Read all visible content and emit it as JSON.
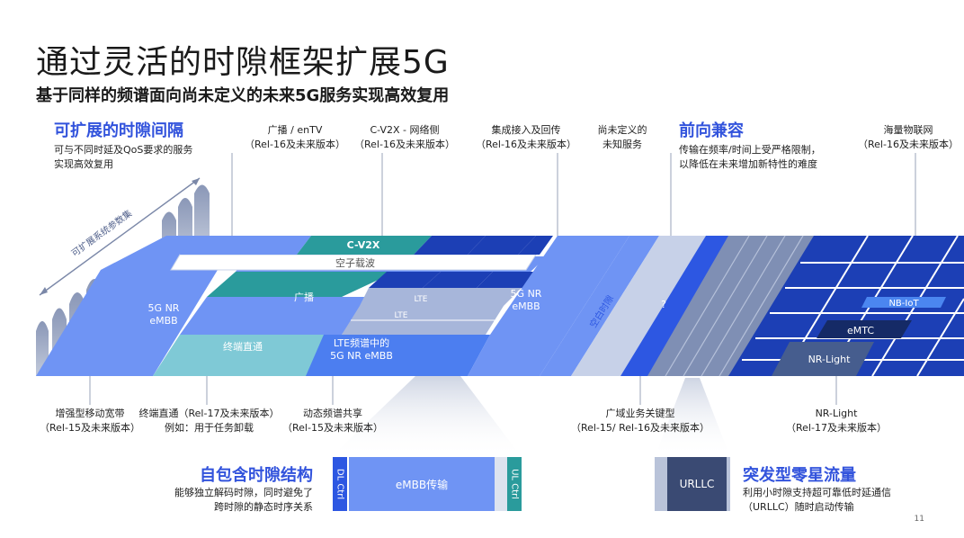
{
  "title": "通过灵活的时隙框架扩展5G",
  "subtitle": "基于同样的频谱面向尚未定义的未来5G服务实现高效复用",
  "top_left": {
    "heading": "可扩展的时隙间隔",
    "line1": "可与不同时延及QoS要求的服务",
    "line2": "实现高效复用"
  },
  "top_labels": [
    {
      "line1": "广播 / enTV",
      "line2": "（Rel-16及未来版本）"
    },
    {
      "line1": "C-V2X - 网络侧",
      "line2": "（Rel-16及未来版本）"
    },
    {
      "line1": "集成接入及回传",
      "line2": "（Rel-16及未来版本）"
    },
    {
      "line1": "尚未定义的",
      "line2": "未知服务"
    }
  ],
  "top_right": {
    "heading": "前向兼容",
    "line1": "传输在频率/时间上受严格限制，",
    "line2": "以降低在未来增加新特性的难度"
  },
  "iot": {
    "line1": "海量物联网",
    "line2": "（Rel-16及未来版本）"
  },
  "numerology_label": "可扩展系统参数集",
  "blocks": {
    "cv2x": "C-V2X",
    "empty_carrier": "空子载波",
    "broadcast": "广播",
    "lte1": "LTE",
    "lte2": "LTE",
    "nr_embb_left_1": "5G NR",
    "nr_embb_left_2": "eMBB",
    "d2d": "终端直通",
    "dss_1": "LTE频谱中的",
    "dss_2": "5G NR eMBB",
    "nr_embb_mid_1": "5G NR",
    "nr_embb_mid_2": "eMBB",
    "blank_slot": "空白时隙",
    "unknown": "?",
    "nbiot": "NB-IoT",
    "emtc": "eMTC",
    "nrlight": "NR-Light"
  },
  "bottom_labels": [
    {
      "line1": "增强型移动宽带",
      "line2": "（Rel-15及未来版本）"
    },
    {
      "line1": "终端直通（Rel-17及未来版本）",
      "line2": "例如：用于任务卸载"
    },
    {
      "line1": "动态频谱共享",
      "line2": "（Rel-15及未来版本）"
    },
    {
      "line1": "广域业务关键型",
      "line2": "（Rel-15/ Rel-16及未来版本）"
    },
    {
      "line1": "NR-Light",
      "line2": "（Rel-17及未来版本）"
    }
  ],
  "self_contained": {
    "heading": "自包含时隙结构",
    "line1": "能够独立解码时隙，同时避免了",
    "line2": "跨时隙的静态时序关系",
    "dl": "DL Ctrl",
    "data": "eMBB传输",
    "ul": "UL Ctrl"
  },
  "bursty": {
    "heading": "突发型零星流量",
    "line1": "利用小时隙支持超可靠低时延通信",
    "line2": "（URLLC）随时启动传输",
    "urllc": "URLLC"
  },
  "page_number": "11"
}
